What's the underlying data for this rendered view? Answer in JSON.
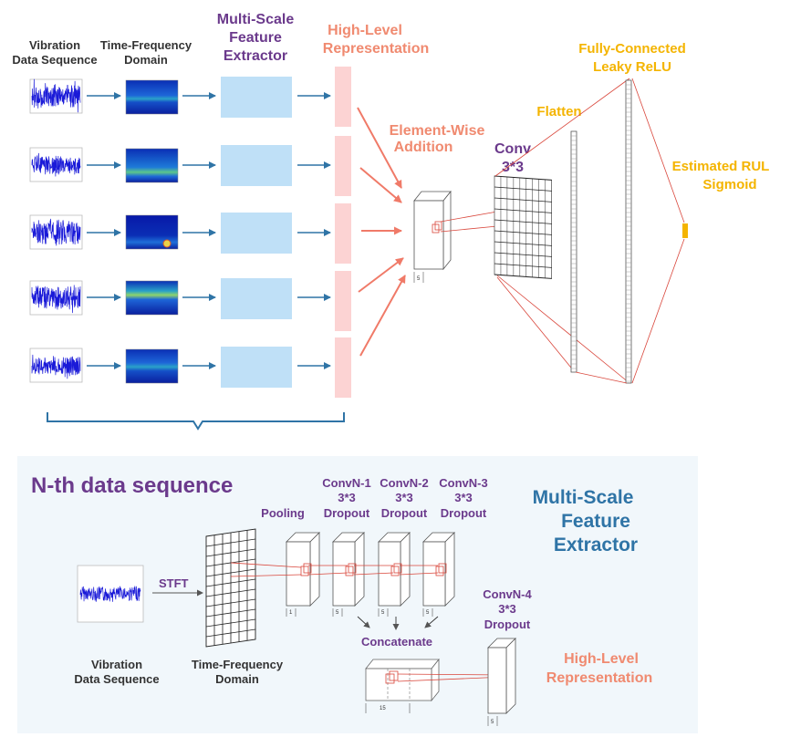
{
  "top": {
    "col_labels": {
      "vibration": [
        "Vibration",
        "Data Sequence"
      ],
      "time_frequency": [
        "Time-Frequency",
        "Domain"
      ],
      "msfe": [
        "Multi-Scale",
        "Feature",
        "Extractor"
      ],
      "high_level": [
        "High-Level",
        "Representation"
      ]
    },
    "element_wise": [
      "Element-Wise",
      "Addition"
    ],
    "conv": [
      "Conv",
      "3*3"
    ],
    "flatten": "Flatten",
    "fully_connected": [
      "Fully-Connected",
      "Leaky ReLU"
    ],
    "estimated": [
      "Estimated RUL",
      "Sigmoid"
    ],
    "volume_label": "5"
  },
  "bottom": {
    "title": "N-th data sequence",
    "msfe_title": [
      "Multi-Scale",
      "Feature",
      "Extractor"
    ],
    "stft": "STFT",
    "pooling": "Pooling",
    "convs": [
      [
        "ConvN-1",
        "3*3",
        "Dropout"
      ],
      [
        "ConvN-2",
        "3*3",
        "Dropout"
      ],
      [
        "ConvN-3",
        "3*3",
        "Dropout"
      ]
    ],
    "conv4": [
      "ConvN-4",
      "3*3",
      "Dropout"
    ],
    "concatenate": "Concatenate",
    "vibration": [
      "Vibration",
      "Data Sequence"
    ],
    "time_frequency": [
      "Time-Frequency",
      "Domain"
    ],
    "high_level": [
      "High-Level",
      "Representation"
    ],
    "volume_labels": [
      "1",
      "5",
      "5",
      "5"
    ],
    "concat_label": "15",
    "conv4_label": "5"
  },
  "colors": {
    "purple": "#6b3a8c",
    "salmon": "#f08a70",
    "gold": "#f4b400",
    "blue": "#2f74a6",
    "panel": "#f1f7fb",
    "feature_box": "#bfe0f7",
    "rep_bar": "#fcd3d3"
  }
}
